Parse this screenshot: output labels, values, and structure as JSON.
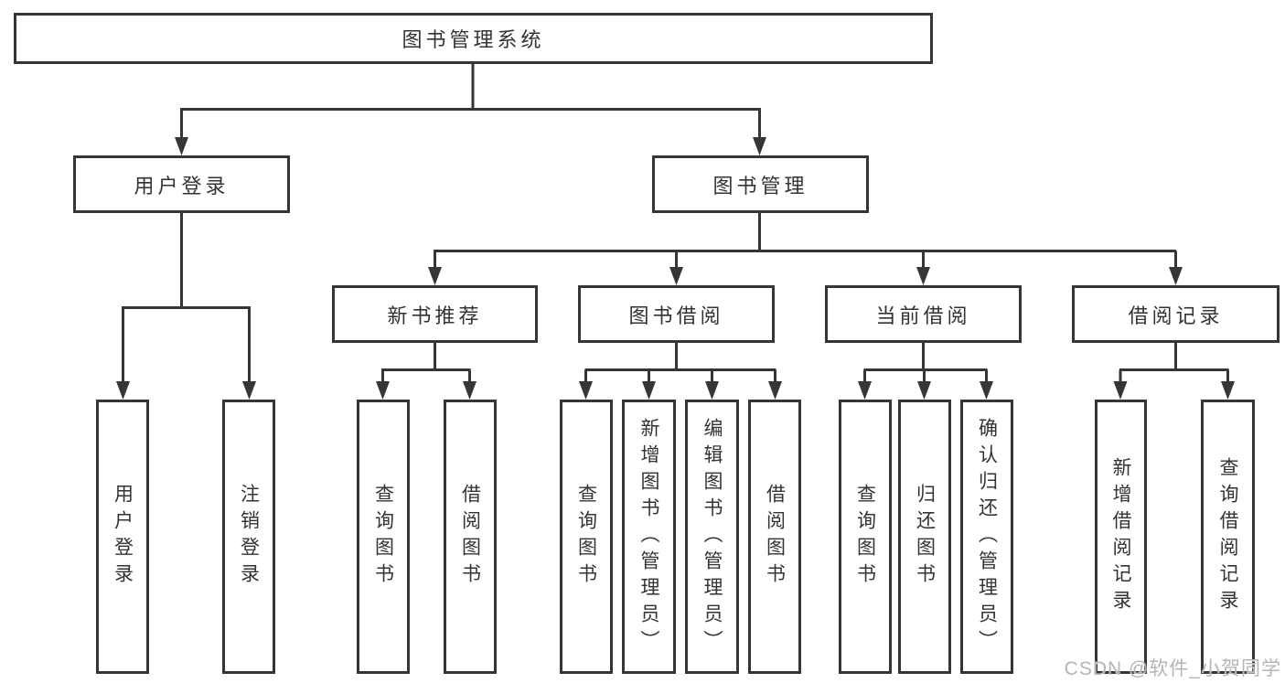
{
  "diagram": {
    "root": "图书管理系统",
    "level2": {
      "user_login": "用户登录",
      "book_mgmt": "图书管理"
    },
    "level3": {
      "new_books": "新书推荐",
      "book_borrow": "图书借阅",
      "current_borrow": "当前借阅",
      "borrow_records": "借阅记录"
    },
    "leaves": {
      "user_login": [
        "用户登录",
        "注销登录"
      ],
      "new_books": [
        "查询图书",
        "借阅图书"
      ],
      "book_borrow": [
        "查询图书",
        "新增图书（管理员）",
        "编辑图书（管理员）",
        "借阅图书"
      ],
      "current_borrow": [
        "查询图书",
        "归还图书",
        "确认归还（管理员）"
      ],
      "borrow_records": [
        "新增借阅记录",
        "查询借阅记录"
      ]
    }
  },
  "watermark": "CSDN @软件_小贺同学",
  "colors": {
    "line": "#363636",
    "border": "#363636",
    "text": "#333333",
    "box_bg": "#ffffff",
    "watermark": "#b5b5b5"
  }
}
